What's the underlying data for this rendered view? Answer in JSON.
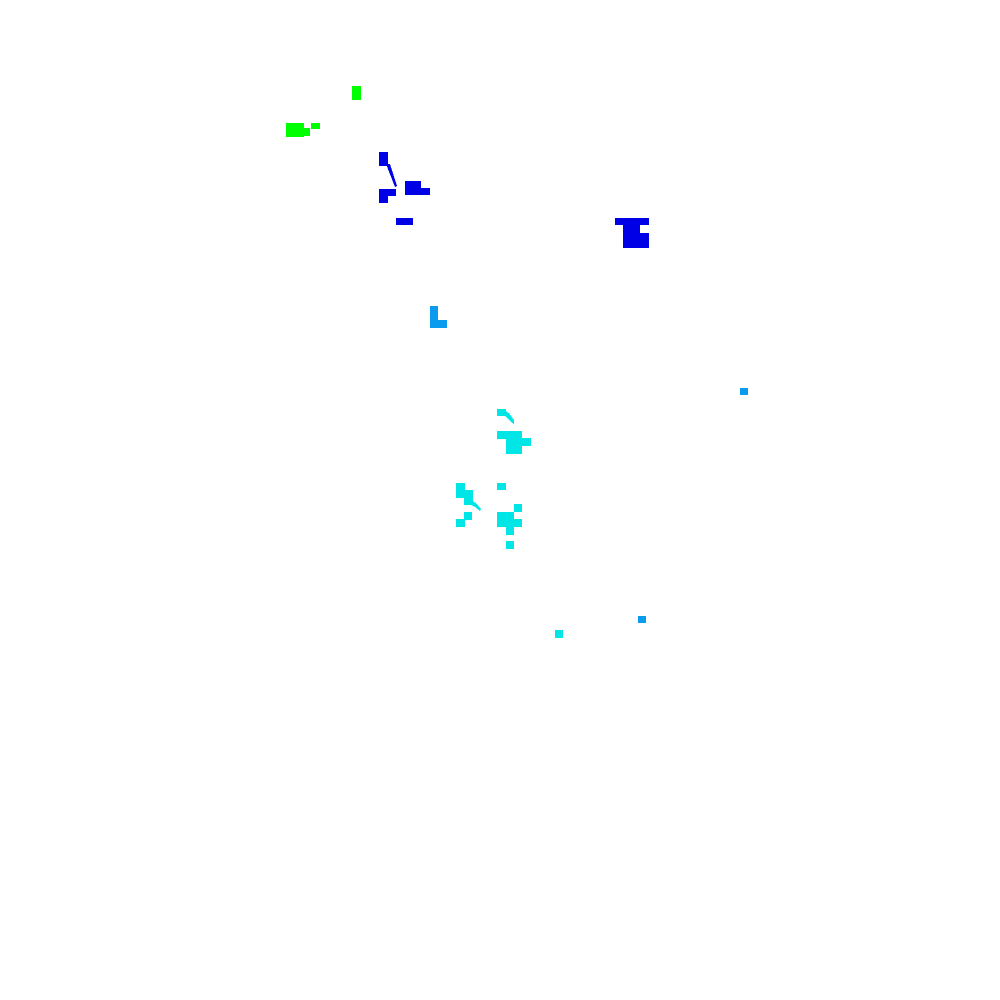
{
  "image": {
    "background": "#ffffff",
    "palette": {
      "green": "#00ff00",
      "blue": "#0000e6",
      "azure": "#0a9aee",
      "cyan": "#00e5e5"
    },
    "cluster_names": [
      "green-cluster-top-left",
      "blue-cluster-upper-left",
      "blue-cluster-right",
      "azure-l-shape",
      "azure-dot-right",
      "cyan-cluster-upper",
      "cyan-cluster-lower",
      "azure-dot-lower-right",
      "cyan-dot-lower"
    ]
  }
}
